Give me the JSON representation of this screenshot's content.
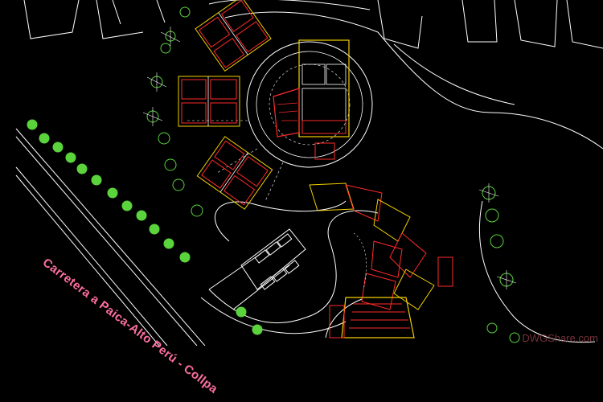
{
  "road_label": "Carretera a Paica-Alto Perú - Collpa",
  "watermark": "DWGShare.com",
  "colors": {
    "background": "#000000",
    "walls_white": "#ffffff",
    "walls_red": "#ff2a2a",
    "walls_yellow": "#f2d000",
    "trees_green": "#5ad33c",
    "road_label": "#ff6fa0"
  },
  "icons": [
    "tree-symbol",
    "parking-car",
    "building-block"
  ]
}
